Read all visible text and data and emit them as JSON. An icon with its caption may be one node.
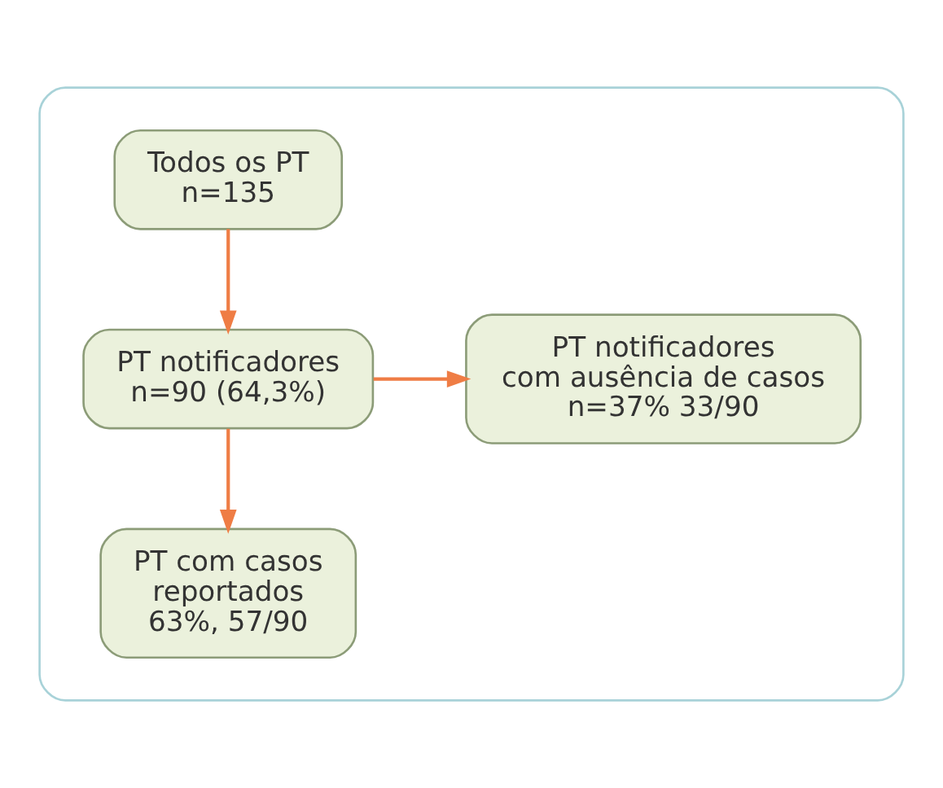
{
  "diagram": {
    "nodes": [
      {
        "text": [],
        "shape": "box"
      },
      {
        "text": [
          "Todos os PT n=135"
        ],
        "in": 0
      },
      {
        "text": [
          "PT notificadores n=90 (64,3%)"
        ],
        "in": 0
      },
      {
        "text": [
          "PT notificadores com ausência de casos n=37% 33/90"
        ],
        "in": 0
      },
      {
        "text": [
          "PT com casos reportados 63%, 57/90"
        ],
        "in": 0
      }
    ],
    "edges": [
      {
        "from": 1,
        "to": 2,
        "arrow": "to"
      },
      {
        "from": 2,
        "to": 3,
        "arrow": "to"
      },
      {
        "from": 2,
        "to": 4,
        "arrow": "to"
      }
    ]
  }
}
